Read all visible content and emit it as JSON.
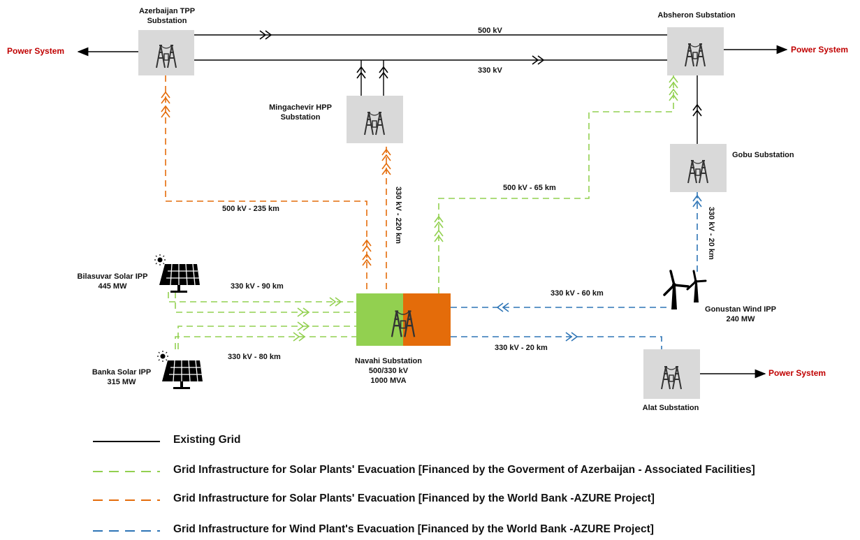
{
  "nodes": {
    "azerbaijan_tpp": "Azerbaijan TPP\nSubstation",
    "absheron": "Absheron Substation",
    "mingachevir": "Mingachevir HPP\nSubstation",
    "gobu": "Gobu Substation",
    "navahi": "Navahi Substation\n500/330 kV\n1000 MVA",
    "alat": "Alat Substation",
    "bilasuvar": "Bilasuvar Solar IPP\n445 MW",
    "banka": "Banka Solar IPP\n315 MW",
    "gonustan": "Gonustan Wind IPP\n240 MW"
  },
  "power_system": "Power System",
  "lines": {
    "top_500": "500 kV",
    "top_330": "330 kV",
    "tpp_navahi": "500 kV - 235 km",
    "mingachevir_navahi": "330 kV - 220 km",
    "absheron_navahi": "500 kV - 65 km",
    "gobu_gonustan": "330 kV - 20 km",
    "bilasuvar_navahi": "330 kV - 90 km",
    "banka_navahi": "330 kV - 80 km",
    "gonustan_navahi": "330 kV - 60 km",
    "navahi_alat": "330 kV - 20 km"
  },
  "legend": [
    {
      "label": "Existing Grid",
      "color": "#000000",
      "style": "solid"
    },
    {
      "label": "Grid Infrastructure for Solar Plants' Evacuation [Financed by the Goverment of Azerbaijan - Associated Facilities]",
      "color": "#92d050",
      "style": "dashed"
    },
    {
      "label": "Grid Infrastructure for Solar Plants' Evacuation [Financed by the World Bank -AZURE Project]",
      "color": "#e46c0a",
      "style": "dashed"
    },
    {
      "label": "Grid Infrastructure for Wind Plant's Evacuation [Financed by the World Bank -AZURE Project]",
      "color": "#2e75b6",
      "style": "dashed"
    }
  ],
  "colors": {
    "existing": "#000000",
    "solar_gov": "#92d050",
    "solar_wb": "#e46c0a",
    "wind_wb": "#2e75b6",
    "substation_box": "#d9d9d9",
    "power_system_text": "#c00000"
  }
}
